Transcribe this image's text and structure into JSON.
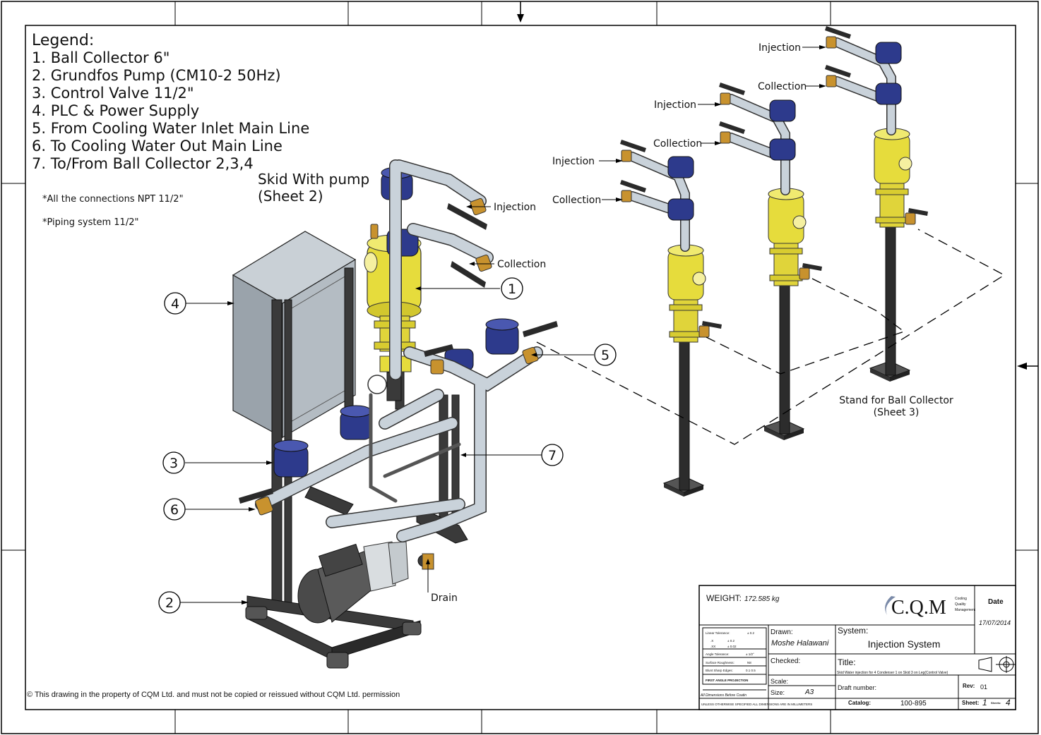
{
  "legend": {
    "title": "Legend:",
    "items": [
      "1. Ball Collector 6\"",
      "2. Grundfos Pump (CM10-2 50Hz)",
      "3. Control Valve 11/2\"",
      "4. PLC & Power Supply",
      "5. From Cooling Water Inlet Main Line",
      "6. To Cooling Water Out Main Line",
      "7. To/From Ball Collector 2,3,4"
    ]
  },
  "notes": {
    "connections": "*All the connections NPT 11/2\"",
    "piping": "*Piping system 11/2\""
  },
  "skid": {
    "title": "Skid With pump",
    "sheet": "(Sheet 2)"
  },
  "stand": {
    "title": "Stand for Ball Collector",
    "sheet": "(Sheet 3)"
  },
  "labels": {
    "injection": "Injection",
    "collection": "Collection",
    "drain": "Drain"
  },
  "balloons": [
    "1",
    "2",
    "3",
    "4",
    "5",
    "6",
    "7"
  ],
  "copyright": "© This drawing in the property of CQM Ltd. and must not be copied or reissued without CQM Ltd. permission",
  "title_block": {
    "weight_label": "WEIGHT:",
    "weight_value": "172.585 kg",
    "logo_text": "C.Q.M",
    "logo_sub": [
      "Cooling",
      "Quality",
      "Management"
    ],
    "date_label": "Date",
    "date_value": "17/07/2014",
    "drawn_label": "Drawn:",
    "drawn_value": "Moshe Halawani",
    "checked_label": "Checked:",
    "system_label": "System:",
    "system_value": "Injection System",
    "title_label": "Title:",
    "title_value": "Skid Water injection for 4 Condenser 1 on Skid 3 on Leg(Control Valve)",
    "scale_label": "Scale:",
    "size_label": "Size:",
    "size_value": "A3",
    "draft_label": "Draft number:",
    "rev_label": "Rev:",
    "rev_value": "01",
    "catalog_label": "Catalog:",
    "catalog_value": "100-895",
    "sheet_label": "Sheet:",
    "sheet_value": "1",
    "sheets_label": "Sheets:",
    "sheets_value": "4",
    "tolerances": [
      [
        "Linear Tolerance:",
        "± 0.2"
      ],
      [
        ".X",
        "± 0.2"
      ],
      [
        ".XX",
        "± 0.02"
      ],
      [
        "Angle Tolerance:",
        "± 1/2°"
      ],
      [
        "Surface Roughness:",
        "N8"
      ],
      [
        "Blunt Sharp Edges:",
        "0.1  0.5"
      ]
    ],
    "projection": "FIRST ANGLE PROJECTION",
    "dims_note": "All Dimensions Before Coatin",
    "unless_note": "UNLESS OTHERWISE SPECIFIED ALL DIMENSIONS ARE IN MILLIMETERS"
  },
  "colors": {
    "yellow": "#e6dc3c",
    "blue": "#2d3a8c",
    "steel": "#b9c3cc",
    "brass": "#c8922e",
    "grey_cabinet": "#9aa3ab",
    "frame": "#3a3a3a"
  }
}
